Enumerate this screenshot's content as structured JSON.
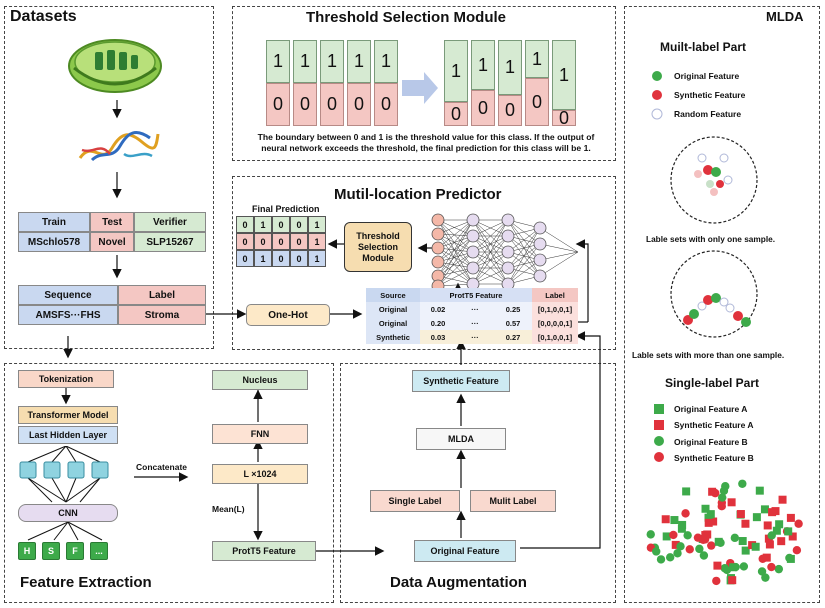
{
  "datasets": {
    "title": "Datasets",
    "table1": {
      "headers": [
        "Train",
        "Test",
        "Verifier"
      ],
      "values": [
        "MSchlo578",
        "Novel",
        "SLP15267"
      ]
    },
    "table2": {
      "headers": [
        "Sequence",
        "Label"
      ],
      "values": [
        "AMSFS···FHS",
        "Stroma"
      ]
    }
  },
  "threshold": {
    "title": "Threshold Selection Module",
    "digit_one": "1",
    "digit_zero": "0",
    "caption_line1": "The boundary between 0 and 1 is the threshold value for this class. If the output of",
    "caption_line2": "neural network exceeds the threshold, the final prediction for this class will be 1."
  },
  "predictor": {
    "title": "Mutil-location Predictor",
    "final_prediction_label": "Final Prediction",
    "final_prediction_rows": [
      [
        "0",
        "1",
        "0",
        "0",
        "1"
      ],
      [
        "0",
        "0",
        "0",
        "0",
        "1"
      ],
      [
        "0",
        "1",
        "0",
        "0",
        "1"
      ]
    ],
    "threshold_module_lines": [
      "Threshold",
      "Selection",
      "Module"
    ],
    "one_hot": "One-Hot",
    "table": {
      "headers": [
        "Source",
        "ProtT5 Feature",
        "",
        "",
        "Label"
      ],
      "rows": [
        [
          "Original",
          "0.02",
          "···",
          "0.25",
          "[0,1,0,0,1]"
        ],
        [
          "Original",
          "0.20",
          "···",
          "0.57",
          "[0,0,0,0,1]"
        ],
        [
          "Synthetic",
          "0.03",
          "···",
          "0.27",
          "[0,1,0,0,1]"
        ]
      ]
    }
  },
  "feature_extraction": {
    "title": "Feature Extraction",
    "tokenization": "Tokenization",
    "transformer": "Transformer Model",
    "last_hidden": "Last Hidden Layer",
    "cnn": "CNN",
    "outputs": [
      "H",
      "S",
      "F",
      "..."
    ],
    "concatenate": "Concatenate",
    "nucleus": "Nucleus",
    "fnn": "FNN",
    "l1024": "L ×1024",
    "mean": "Mean(L)",
    "prott5": "ProtT5 Feature"
  },
  "augmentation": {
    "title": "Data Augmentation",
    "synthetic": "Synthetic Feature",
    "mlda": "MLDA",
    "single": "Single Label",
    "multi": "Mulit Label",
    "original": "Original Feature"
  },
  "mlda_panel": {
    "title": "MLDA",
    "multi_title": "Muilt-label Part",
    "legend1": [
      "Original Feature",
      "Synthetic Feature",
      "Random Feature"
    ],
    "caption1": "Lable sets with only one sample.",
    "caption2": "Lable sets with more than one sample.",
    "single_title": "Single-label Part",
    "legend2": [
      "Original Feature A",
      "Synthetic Feature A",
      "Original Feature B",
      "Synthetic Feature B"
    ]
  },
  "colors": {
    "green": "#3daa4a",
    "red": "#e0323c",
    "pink": "#f4c7c3",
    "light_green": "#d6ead2",
    "blue_head": "#c9d8f0",
    "orange": "#f6ddb0",
    "teal": "#8fd3e0"
  }
}
